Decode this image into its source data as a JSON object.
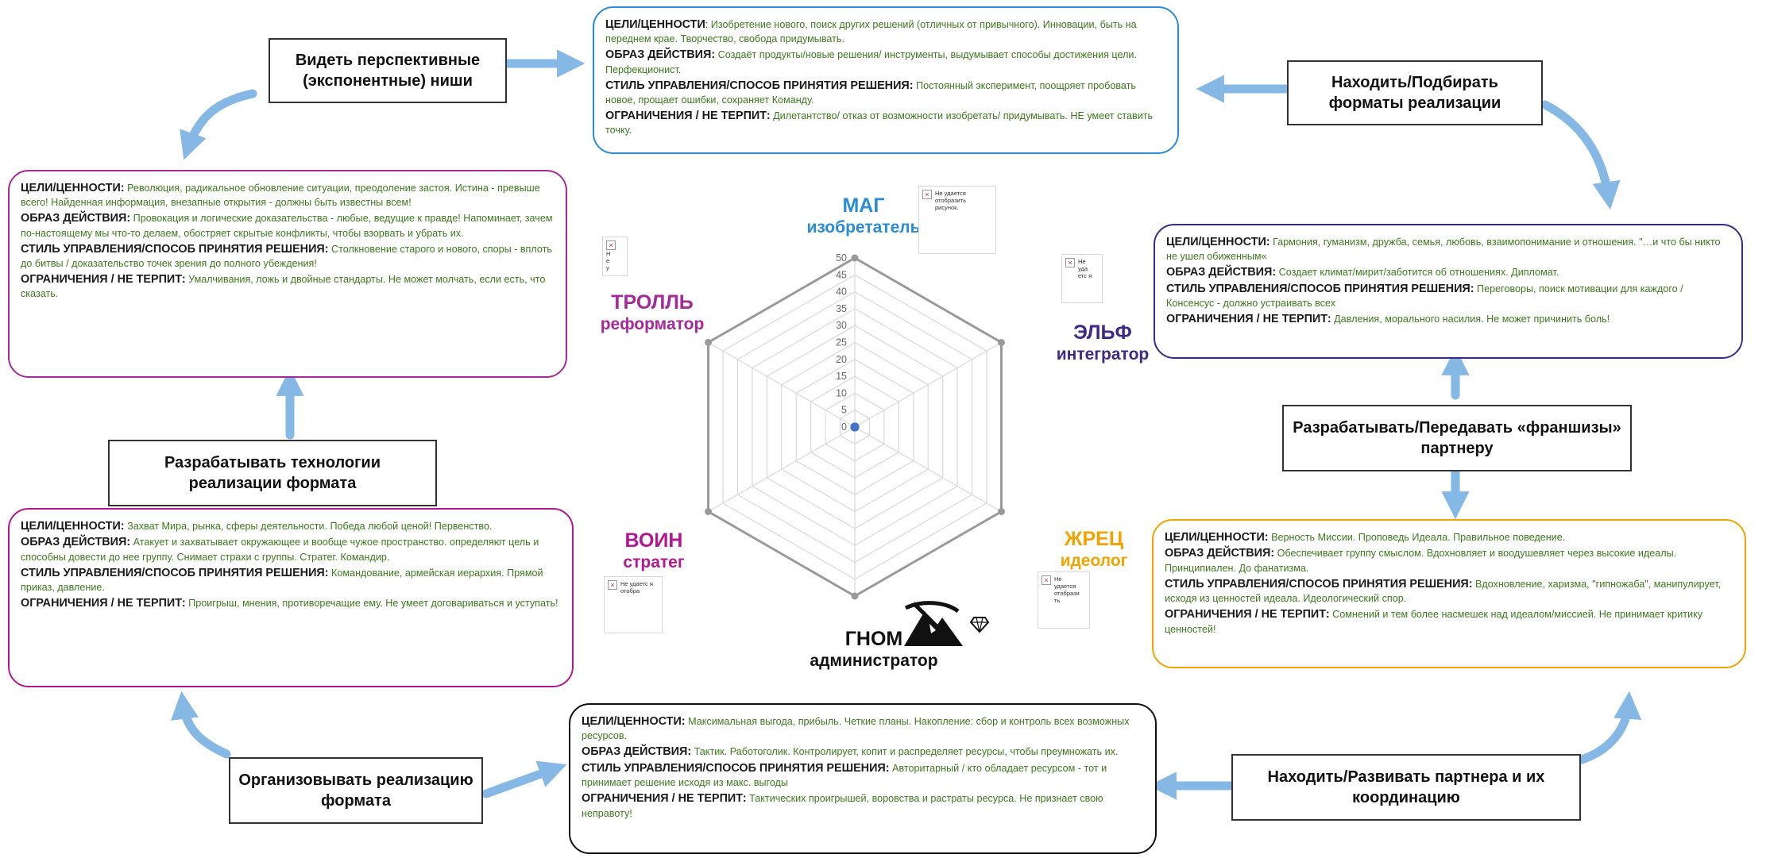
{
  "colors": {
    "arrow": "#86b8e6",
    "text_green": "#3d7a1f",
    "mag": "#2a8bd6",
    "troll": "#a42a9a",
    "elf": "#3b2a86",
    "zhrets": "#f3a300",
    "voin": "#b3178f",
    "gnom": "#111111"
  },
  "cards": {
    "mag": {
      "goals_key": "ЦЕЛИ/ЦЕННОСТИ",
      "goals_text": ": Изобретение нового, поиск других решений (отличных от привычного). Инновации, быть на переднем крае. Творчество, свобода придумывать.",
      "action_key": "ОБРАЗ ДЕЙСТВИЯ:",
      "action_text": " Создаёт продукты/новые решения/ инструменты, выдумывает способы достижения цели. Перфекционист.",
      "style_key": "СТИЛЬ УПРАВЛЕНИЯ/СПОСОБ ПРИНЯТИЯ РЕШЕНИЯ:",
      "style_text": " Постоянный эксперимент, поощряет пробовать новое, прощает ошибки, сохраняет Команду.",
      "limit_key": "ОГРАНИЧЕНИЯ / НЕ ТЕРПИТ:",
      "limit_text": " Дилетантство/ отказ от возможности изобретать/ придумывать. НЕ умеет ставить точку."
    },
    "troll": {
      "goals_key": "ЦЕЛИ/ЦЕННОСТИ:",
      "goals_text": " Революция, радикальное обновление ситуации, преодоление застоя. Истина - превыше всего! Найденная информация, внезапные открытия - должны быть известны всем!",
      "action_key": "ОБРАЗ ДЕЙСТВИЯ:",
      "action_text": " Провокация и логические доказательства - любые, ведущие к правде! Напоминает, зачем по-настоящему мы что-то делаем, обостряет скрытые конфликты, чтобы взорвать и убрать их.",
      "style_key": "СТИЛЬ УПРАВЛЕНИЯ/СПОСОБ ПРИНЯТИЯ РЕШЕНИЯ:",
      "style_text": " Столкновение старого и нового, споры - вплоть до битвы / доказательство точек зрения до полного убеждения!",
      "limit_key": "ОГРАНИЧЕНИЯ / НЕ ТЕРПИТ:",
      "limit_text": " Умалчивания, ложь и двойные стандарты. Не может молчать, если есть, что сказать."
    },
    "elf": {
      "goals_key": "ЦЕЛИ/ЦЕННОСТИ:",
      "goals_text": " Гармония, гуманизм, дружба, семья, любовь, взаимопонимание и отношения. \"…и что бы никто не ушел обиженным«",
      "action_key": "ОБРАЗ ДЕЙСТВИЯ:",
      "action_text": " Создает климат/мирит/заботится об отношениях. Дипломат.",
      "style_key": "СТИЛЬ УПРАВЛЕНИЯ/СПОСОБ ПРИНЯТИЯ РЕШЕНИЯ:",
      "style_text": " Переговоры, поиск мотивации для каждого / Консенсус - должно устраивать всех",
      "limit_key": "ОГРАНИЧЕНИЯ / НЕ ТЕРПИТ:",
      "limit_text": " Давления, морального насилия. Не может причинить боль!"
    },
    "voin": {
      "goals_key": "ЦЕЛИ/ЦЕННОСТИ:",
      "goals_text": " Захват Мира, рынка, сферы деятельности. Победа любой ценой! Первенство.",
      "action_key": "ОБРАЗ ДЕЙСТВИЯ:",
      "action_text": " Атакует и захватывает окружающее и вообще чужое пространство. определяют цель и способны довести до нее группу. Снимает страхи с группы. Стратег. Командир.",
      "style_key": "СТИЛЬ УПРАВЛЕНИЯ/СПОСОБ ПРИНЯТИЯ РЕШЕНИЯ:",
      "style_text": " Командование, армейская иерархия. Прямой приказ, давление.",
      "limit_key": "ОГРАНИЧЕНИЯ / НЕ ТЕРПИТ:",
      "limit_text": " Проигрыш, мнения, противоречащие ему. Не умеет договариваться и уступать!"
    },
    "zhrets": {
      "goals_key": "ЦЕЛИ/ЦЕННОСТИ:",
      "goals_text": " Верность Миссии. Проповедь Идеала. Правильное поведение.",
      "action_key": "ОБРАЗ ДЕЙСТВИЯ:",
      "action_text": " Обеспечивает группу смыслом. Вдохновляет и воодушевляет через высокие идеалы. Принципиален. До фанатизма.",
      "style_key": "СТИЛЬ УПРАВЛЕНИЯ/СПОСОБ ПРИНЯТИЯ РЕШЕНИЯ:",
      "style_text": " Вдохновление, харизма, \"гипножаба\", манипулирует, исходя из ценностей идеала. Идеологический спор.",
      "limit_key": "ОГРАНИЧЕНИЯ / НЕ ТЕРПИТ:",
      "limit_text": " Сомнений и тем более насмешек над идеалом/миссией. Не принимает критику ценностей!"
    },
    "gnom": {
      "goals_key": "ЦЕЛИ/ЦЕННОСТИ:",
      "goals_text": " Максимальная выгода, прибыль. Четкие планы. Накопление: сбор и контроль всех возможных ресурсов.",
      "action_key": "ОБРАЗ ДЕЙСТВИЯ:",
      "action_text": " Тактик. Работоголик. Контролирует, копит и распределяет ресурсы, чтобы преумножать их.",
      "style_key": "СТИЛЬ УПРАВЛЕНИЯ/СПОСОБ ПРИНЯТИЯ РЕШЕНИЯ:",
      "style_text": " Авторитарный / кто обладает ресурсом - тот и принимает решение исходя из макс. выгоды",
      "limit_key": "ОГРАНИЧЕНИЯ / НЕ ТЕРПИТ:",
      "limit_text": " Тактических проигрышей, воровства и растраты ресурса. Не признает свою неправоту!"
    }
  },
  "labels": {
    "perspective": "Видеть перспективные (экспонентные) ниши",
    "formats": "Находить/Подбирать форматы реализации",
    "technologies": "Разрабатывать технологии реализации формата",
    "franchise": "Разрабатывать/Передавать «франшизы» партнеру",
    "organize": "Организовывать реализацию формата",
    "partner": "Находить/Развивать партнера и их координацию"
  },
  "archetypes": {
    "mag": {
      "name": "МАГ",
      "role": "изобретатель"
    },
    "troll": {
      "name": "ТРОЛЛЬ",
      "role": "реформатор"
    },
    "elf": {
      "name": "ЭЛЬФ",
      "role": "интегратор"
    },
    "zhrets": {
      "name": "ЖРЕЦ",
      "role": "идеолог"
    },
    "voin": {
      "name": "ВОИН",
      "role": "стратег"
    },
    "gnom": {
      "name": "ГНОМ",
      "role": "администратор"
    }
  },
  "broken_images": {
    "mag": "Не удается отобразить рисунок.",
    "troll": "Н е у",
    "elf": "Не уда етс я",
    "zhrets": "Не удается отобрази ть",
    "voin": "Не удаетс я отобра"
  },
  "chart_data": {
    "type": "radar",
    "axes": 6,
    "rmin": 0,
    "rmax": 50,
    "ticks": [
      0,
      5,
      10,
      15,
      20,
      25,
      30,
      35,
      40,
      45,
      50
    ],
    "tick_labels": [
      "0",
      "5",
      "10",
      "15",
      "20",
      "25",
      "30",
      "35",
      "40",
      "45",
      "50"
    ],
    "series": [
      {
        "values": [
          0,
          0,
          0,
          0,
          0,
          0
        ]
      }
    ],
    "grid": true
  }
}
